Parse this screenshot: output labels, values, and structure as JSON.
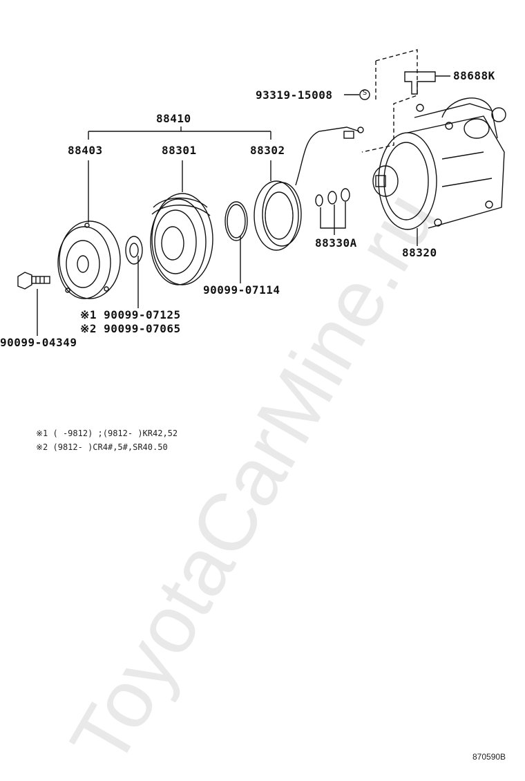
{
  "watermark": "ToyotaCarMine.ru",
  "parts": {
    "assy": "88410",
    "plate": "88403",
    "pulley": "88301",
    "stator": "88302",
    "compressor": "88320",
    "bracket": "88688K",
    "bolt_s": "93319-15008",
    "shims": "88330A",
    "snap_ring": "90099-07114",
    "shim1": "※1 90099-07125",
    "shim2": "※2 90099-07065",
    "bolt": "90099-04349"
  },
  "notes": {
    "note1": "※1 (    -9812) ;(9812-    )KR42,52",
    "note2": "※2 (9812-    )CR4#,5#,SR40.50"
  },
  "figure_id": "870590B",
  "s_mark": "S"
}
